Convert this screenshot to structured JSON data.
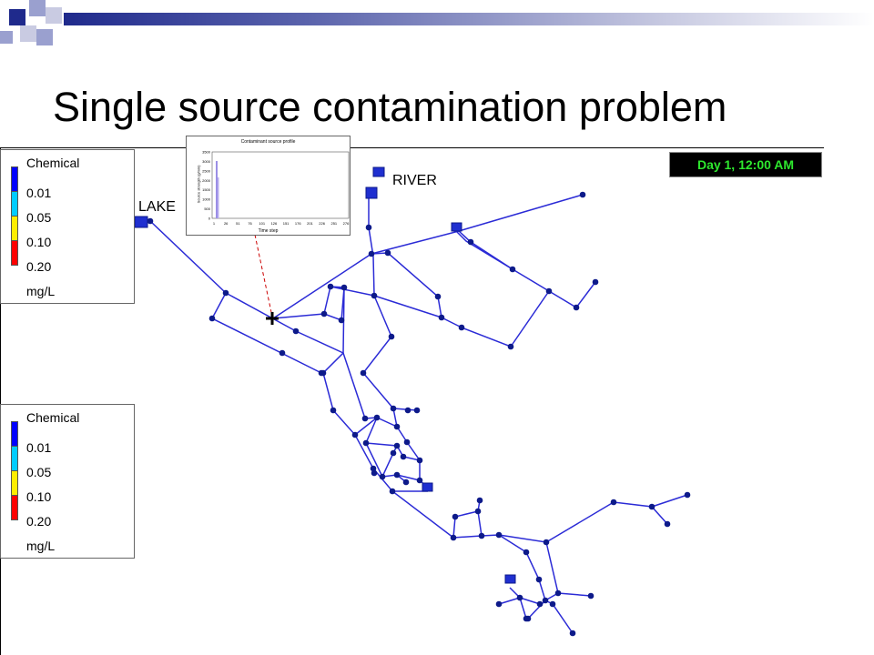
{
  "slide": {
    "title": "Single source contamination problem"
  },
  "clock": {
    "text": "Day 1, 12:00 AM"
  },
  "map_labels": {
    "lake": "LAKE",
    "river": "RIVER"
  },
  "legend_top": {
    "header": "Chemical",
    "levels": [
      {
        "label": "0.01",
        "color": "#0000ff"
      },
      {
        "label": "0.05",
        "color": "#00ccff"
      },
      {
        "label": "0.10",
        "color": "#ffee00"
      },
      {
        "label": "0.20",
        "color": "#ff0000"
      }
    ],
    "unit": "mg/L"
  },
  "legend_bottom": {
    "header": "Chemical",
    "levels": [
      {
        "label": "0.01",
        "color": "#0000ff"
      },
      {
        "label": "0.05",
        "color": "#00ccff"
      },
      {
        "label": "0.10",
        "color": "#ffee00"
      },
      {
        "label": "0.20",
        "color": "#ff0000"
      }
    ],
    "unit": "mg/L"
  },
  "inset_chart": {
    "title": "Contaminant source profile",
    "xlabel": "Time step",
    "ylabel": "Source strength (g/min)",
    "y_ticks": [
      "3500",
      "3000",
      "2500",
      "2000",
      "1500",
      "1000",
      "500",
      "0"
    ],
    "x_ticks": [
      "1",
      "26",
      "51",
      "76",
      "101",
      "126",
      "151",
      "176",
      "201",
      "226",
      "251",
      "276"
    ]
  },
  "colors": {
    "pipe": "#2b2bd6",
    "node": "#0d1a8a",
    "clock_text": "#2ee82e"
  }
}
